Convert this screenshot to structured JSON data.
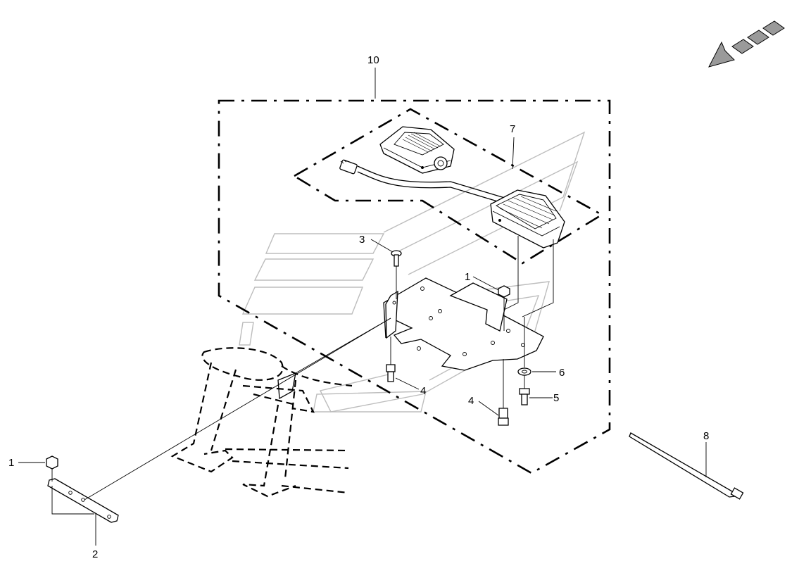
{
  "callouts": {
    "label_10": "10",
    "label_7": "7",
    "label_3": "3",
    "label_1_top": "1",
    "label_6": "6",
    "label_5": "5",
    "label_4_mid": "4",
    "label_4_low": "4",
    "label_8": "8",
    "label_1_left": "1",
    "label_2": "2"
  },
  "icons": {
    "direction_arrow": "direction-arrow-icon"
  },
  "colors": {
    "line": "#000000",
    "watermark": "#bdbdbd",
    "arrow_fill": "#9a9a9a"
  }
}
